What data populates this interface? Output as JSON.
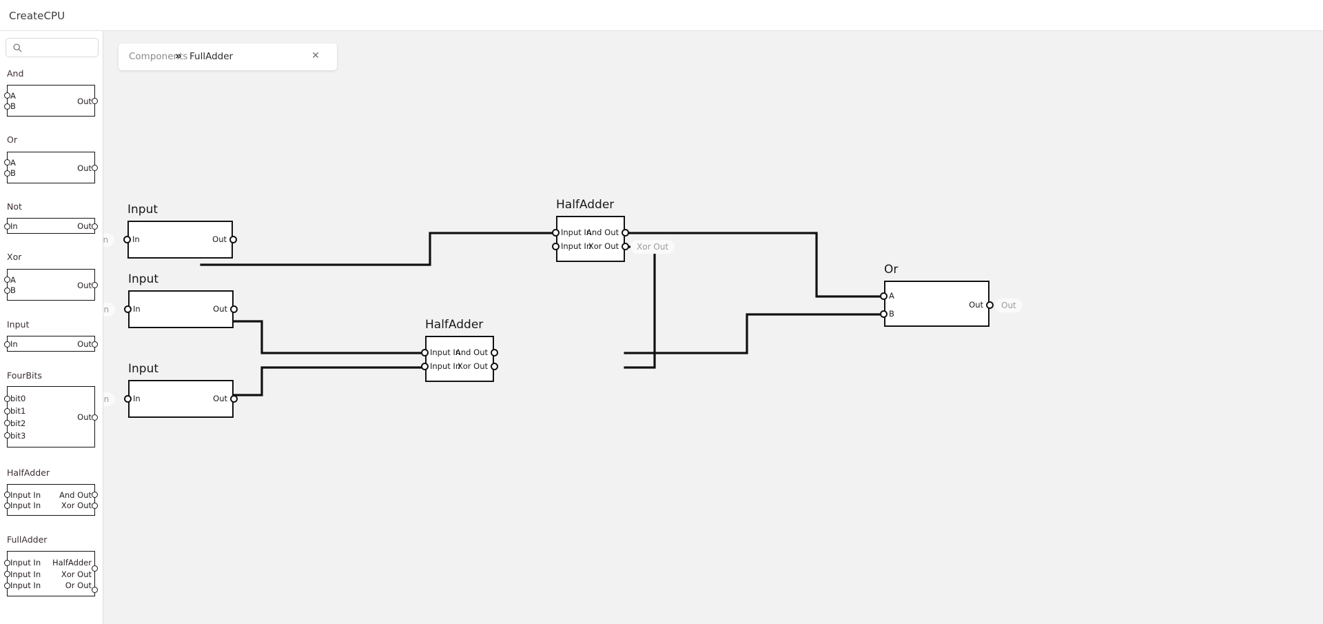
{
  "app": {
    "title": "CreateCPU"
  },
  "search": {
    "value": "",
    "placeholder": "",
    "icon": "search-icon"
  },
  "colors": {
    "canvas_bg": "#f2f2f2",
    "sidebar_bg": "#ffffff",
    "chip_stroke": "#111111",
    "wire": "#111111",
    "run_accent": "#07d763",
    "crumb_muted": "#8a8a8a",
    "pill_text": "#9a9a9a"
  },
  "tab": {
    "breadcrumb": "Components",
    "separator": "»",
    "name": "FullAdder",
    "close_label": "✕"
  },
  "palette": [
    {
      "name": "And",
      "inputs": [
        "A",
        "B"
      ],
      "outputs": [
        "Out"
      ]
    },
    {
      "name": "Or",
      "inputs": [
        "A",
        "B"
      ],
      "outputs": [
        "Out"
      ]
    },
    {
      "name": "Not",
      "inputs": [
        "In"
      ],
      "outputs": [
        "Out"
      ]
    },
    {
      "name": "Xor",
      "inputs": [
        "A",
        "B"
      ],
      "outputs": [
        "Out"
      ]
    },
    {
      "name": "Input",
      "inputs": [
        "In"
      ],
      "outputs": [
        "Out"
      ]
    },
    {
      "name": "FourBits",
      "inputs": [
        "bit0",
        "bit1",
        "bit2",
        "bit3"
      ],
      "outputs": [
        "Out"
      ]
    },
    {
      "name": "HalfAdder",
      "inputs": [
        "Input In",
        "Input In"
      ],
      "outputs": [
        "And Out",
        "Xor Out"
      ]
    },
    {
      "name": "FullAdder",
      "inputs": [
        "Input In",
        "Input In",
        "Input In"
      ],
      "outputs": [
        "HalfAdder",
        "Xor Out",
        "Or Out"
      ]
    }
  ],
  "canvas": {
    "nodes": [
      {
        "id": "input-1",
        "type": "Input",
        "title": "Input",
        "inputs": [
          "In"
        ],
        "outputs": [
          "Out"
        ],
        "external_in_label": "In"
      },
      {
        "id": "input-2",
        "type": "Input",
        "title": "Input",
        "inputs": [
          "In"
        ],
        "outputs": [
          "Out"
        ],
        "external_in_label": "In"
      },
      {
        "id": "input-3",
        "type": "Input",
        "title": "Input",
        "inputs": [
          "In"
        ],
        "outputs": [
          "Out"
        ],
        "external_in_label": "In"
      },
      {
        "id": "halfadder-top",
        "type": "HalfAdder",
        "title": "HalfAdder",
        "inputs": [
          "Input In",
          "Input In"
        ],
        "outputs": [
          "And Out",
          "Xor Out"
        ],
        "external_out_label": "Xor Out"
      },
      {
        "id": "halfadder-mid",
        "type": "HalfAdder",
        "title": "HalfAdder",
        "inputs": [
          "Input In",
          "Input In"
        ],
        "outputs": [
          "And Out",
          "Xor Out"
        ]
      },
      {
        "id": "or-gate",
        "type": "Or",
        "title": "Or",
        "inputs": [
          "A",
          "B"
        ],
        "outputs": [
          "Out"
        ],
        "external_out_label": "Out"
      }
    ]
  },
  "run": {
    "label": "▶",
    "icon": "play-icon"
  }
}
